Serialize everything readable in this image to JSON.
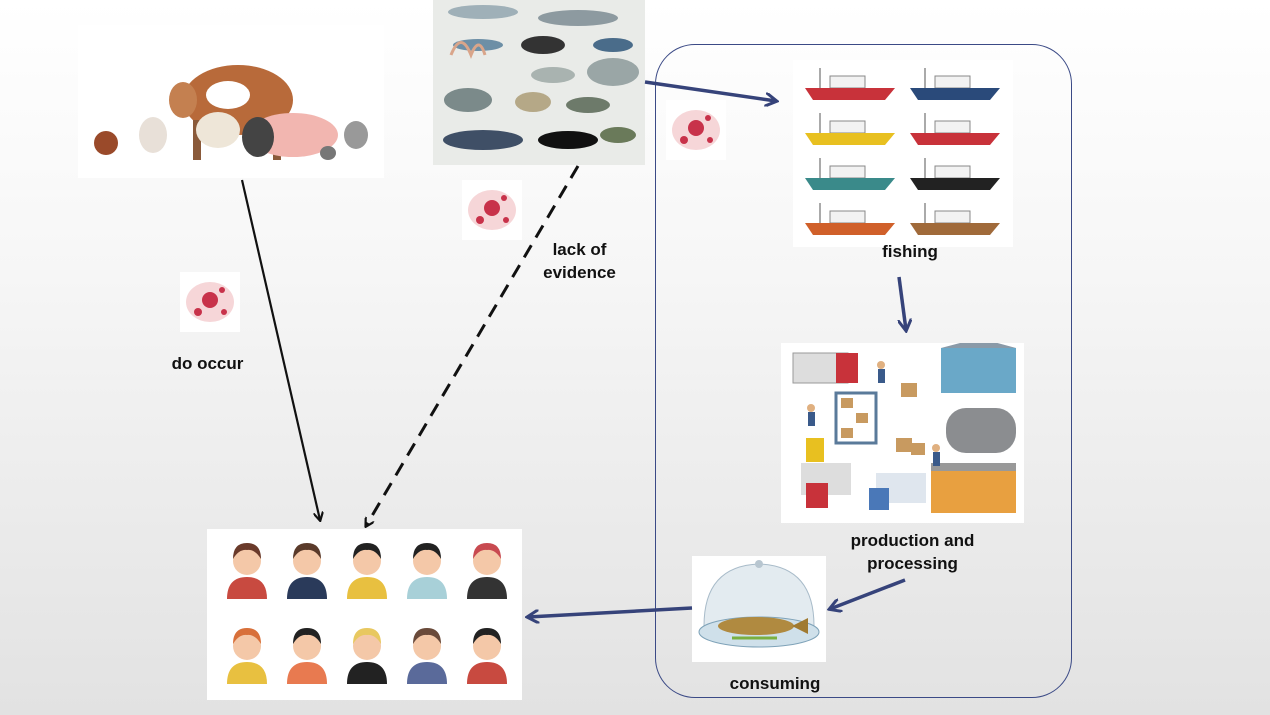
{
  "labels": {
    "do_occur": "do occur",
    "lack_of_evidence": "lack of evidence",
    "fishing": "fishing",
    "production_processing": "production and processing",
    "consuming": "consuming"
  },
  "icons": [
    "farm-animals-image",
    "marine-animals-image",
    "virus-icon",
    "fishing-boats-image",
    "warehouse-logistics-image",
    "fish-dish-image",
    "people-faces-image"
  ],
  "colors": {
    "arrow_solid": "#111111",
    "arrow_flow": "#36437a",
    "cluster_border": "#3b4a86",
    "virus": "#c8324a"
  }
}
